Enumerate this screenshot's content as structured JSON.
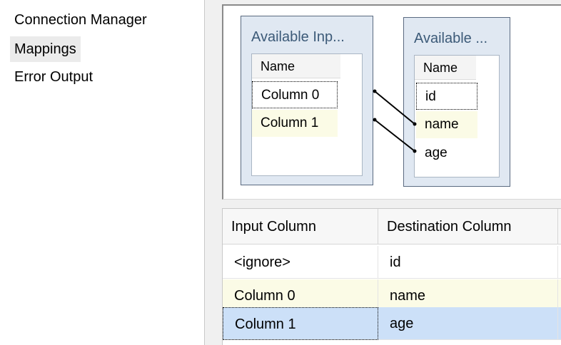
{
  "nav": {
    "items": [
      {
        "label": "Connection Manager",
        "selected": false
      },
      {
        "label": "Mappings",
        "selected": true
      },
      {
        "label": "Error Output",
        "selected": false
      }
    ]
  },
  "diagram": {
    "input_table": {
      "title": "Available Inp...",
      "header": "Name",
      "rows": [
        "Column 0",
        "Column 1"
      ]
    },
    "dest_table": {
      "title": "Available ...",
      "header": "Name",
      "rows": [
        "id",
        "name",
        "age"
      ]
    },
    "links": [
      {
        "from": "Column 0",
        "to": "name"
      },
      {
        "from": "Column 1",
        "to": "age"
      }
    ]
  },
  "grid": {
    "headers": [
      "Input Column",
      "Destination Column"
    ],
    "rows": [
      {
        "input": "<ignore>",
        "destination": "id"
      },
      {
        "input": "Column 0",
        "destination": "name"
      },
      {
        "input": "Column 1",
        "destination": "age"
      }
    ],
    "selected_row": 2
  }
}
